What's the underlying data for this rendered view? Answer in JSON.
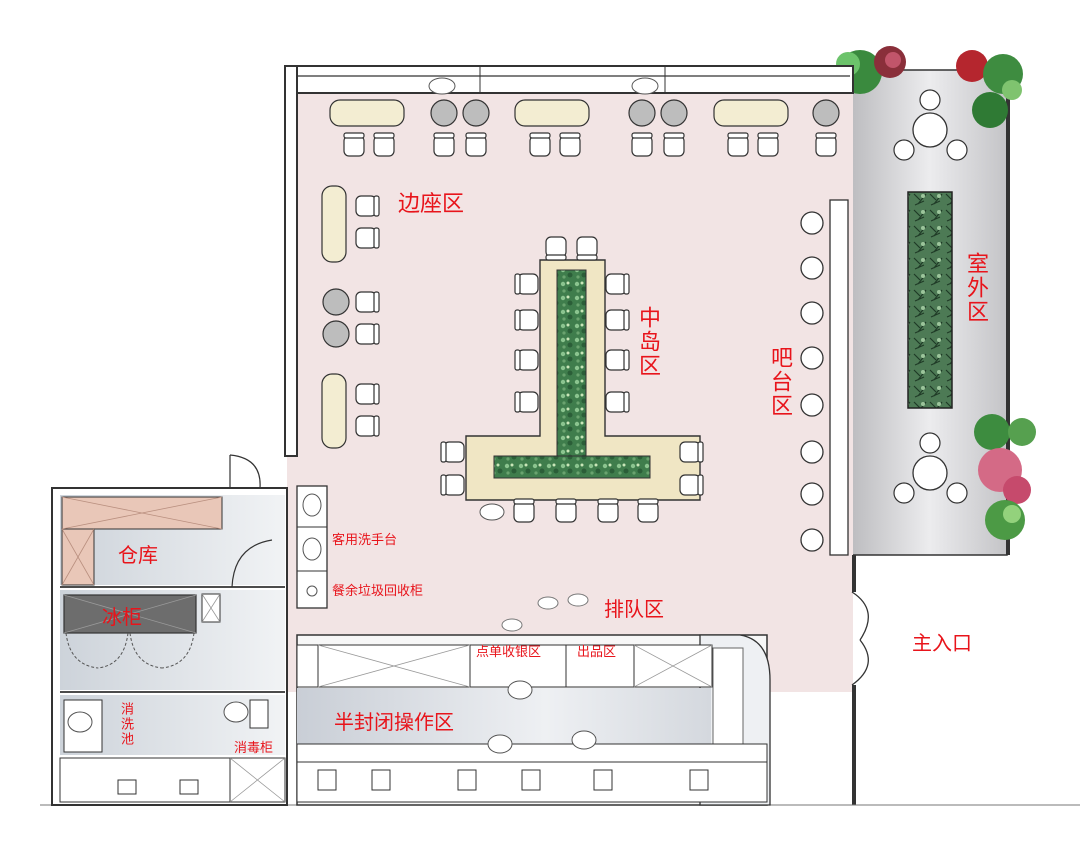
{
  "labels": {
    "side_seating": "边座区",
    "center_island": "中岛区",
    "bar": "吧台区",
    "outdoor": "室外区",
    "storage": "仓库",
    "freezer": "冰柜",
    "guest_handwash": "客用洗手台",
    "waste_bin": "餐余垃圾回收柜",
    "queue": "排队区",
    "main_entrance": "主入口",
    "order_cashier": "点单收银区",
    "pickup": "出品区",
    "operation_area": "半封闭操作区",
    "wash_sink": "消洗池",
    "disinfection_cabinet": "消毒柜"
  },
  "colors": {
    "floor_main": "#f2e4e4",
    "floor_outdoor": "#cfcfd2",
    "wall": "#333333",
    "seat_cushion": "#f3edd2",
    "table_gray": "#bdbdbd",
    "island_top": "#f0e6c4",
    "planter_green": "#3d7a4a",
    "label_red": "#e8141b"
  }
}
